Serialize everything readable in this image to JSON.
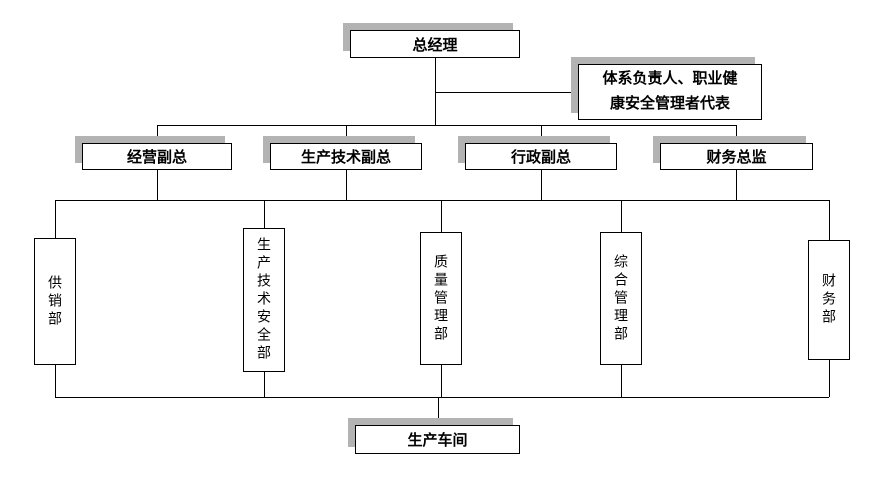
{
  "nodes": {
    "gm": {
      "label": "总经理"
    },
    "rep": {
      "label": "体系负责人、职业健\n康安全管理者代表"
    },
    "vp1": {
      "label": "经营副总"
    },
    "vp2": {
      "label": "生产技术副总"
    },
    "vp3": {
      "label": "行政副总"
    },
    "vp4": {
      "label": "财务总监"
    },
    "dept1": {
      "label": "供销部"
    },
    "dept2": {
      "label": "生产技术安全部"
    },
    "dept3": {
      "label": "质量管理部"
    },
    "dept4": {
      "label": "综合管理部"
    },
    "dept5": {
      "label": "财务部"
    },
    "workshop": {
      "label": "生产车间"
    }
  },
  "colors": {
    "box_border": "#000000",
    "connector": "#000000",
    "box_shadow": "#b3b3b3",
    "background": "#ffffff"
  }
}
